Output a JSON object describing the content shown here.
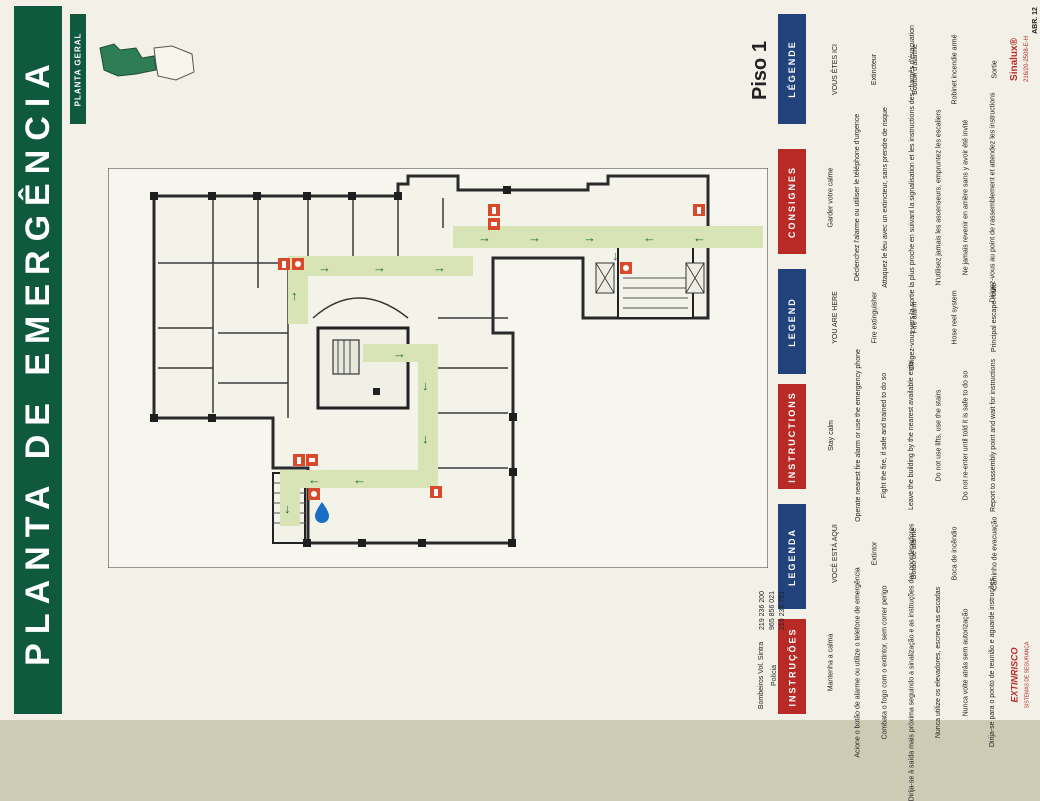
{
  "title": "PLANTA DE EMERGÊNCIA",
  "overview_label": "PLANTA GERAL",
  "floor": "Piso 1",
  "legend_headers": {
    "instrucoes": "INSTRUÇÕES",
    "legenda": "LEGENDA",
    "instructions": "INSTRUCTIONS",
    "legend": "LEGEND",
    "consignes": "CONSIGNES",
    "legende": "LÉGENDE"
  },
  "contacts": {
    "bombeiros": "Bombeiros Vol. Sintra",
    "policia": "Polícia",
    "phone1": "219 236 200",
    "phone2": "965 856 021",
    "phone3": "219 236 791"
  },
  "instrucoes_pt": [
    "Mantenha a calma",
    "Acione o botão de alarme ou utilize o telefone de emergência",
    "Combata o fogo com o extintor, sem correr perigo",
    "Dirija-se à saída mais próxima seguindo a sinalização e as instruções dos coordenadores",
    "Nunca utilize os elevadores, escreva as escadas",
    "Nunca volte atrás sem autorização",
    "Dirija-se para o ponto de reunião e aguarde instruções"
  ],
  "legenda_pt": [
    "VOCÊ ESTÁ AQUI",
    "Extintor",
    "Botão de alarme",
    "Boca de incêndio",
    "Caminho de evacuação"
  ],
  "instructions_en": [
    "Stay calm",
    "Operate nearest fire alarm or use the emergency phone",
    "Fight the fire, if safe and trained to do so",
    "Leave the building by the nearest available exits",
    "Do not use lifts, use the stairs",
    "Do not re-enter until told it is safe to do so",
    "Report to assembly point and wait for instructions"
  ],
  "legend_en": [
    "YOU ARE HERE",
    "Fire extinguisher",
    "Fire alarm",
    "Hose reel system",
    "Principal escape route"
  ],
  "consignes_fr": [
    "Garder votre calme",
    "Déclenchez l'alarme ou utiliser le téléphone d'urgence",
    "Attaquez le feu avec un extincteur, sans prendre de risque",
    "Dirigez-vous vers la sortie la plus proche en suivant la signalisation et les instructions des chargés d'évacuation",
    "N'utilisez jamais les ascenseurs, empruntez les escaliers",
    "Ne jamais revenir en arrière sans y avoir été invité",
    "Dirigez-vous au point de rassemblement et attendez les instructions"
  ],
  "legende_fr": [
    "VOUS ÊTES ICI",
    "Extincteur",
    "Bouton d'alarme",
    "Robinet incendie armé",
    "Sortie"
  ],
  "brand": {
    "sinalux": "Sinalux®",
    "code": "216/20-2508-E-H",
    "tag": "ABR. 12",
    "extinrisco": "EXTINRISCO",
    "extinrisco_sub": "SISTEMAS DE SEGURANÇA"
  },
  "colors": {
    "title_band": "#0f5a3f",
    "header_red": "#b72a26",
    "header_blue": "#22427b",
    "route": "#d8e3b6",
    "arrow": "#1f6b3a",
    "you_are_here": "#1a6fc4",
    "symbol_red": "#d94a2b"
  }
}
